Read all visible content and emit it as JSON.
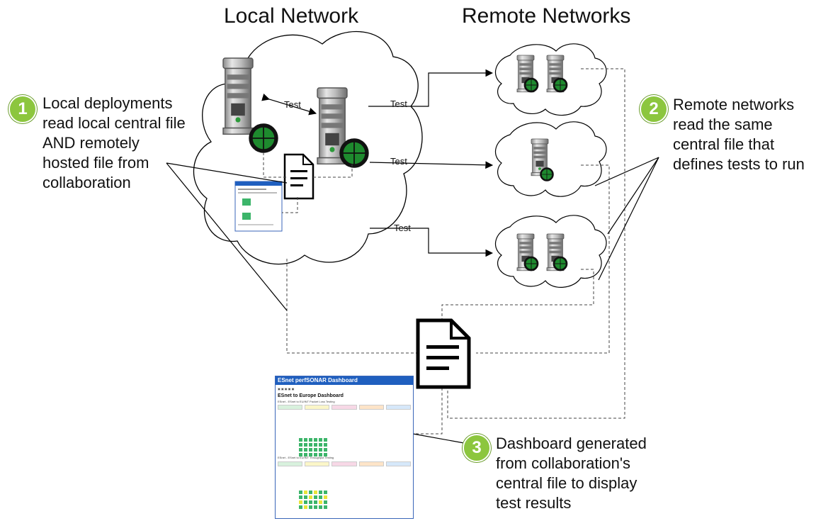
{
  "headings": {
    "local": "Local Network",
    "remote": "Remote Networks"
  },
  "notes": [
    {
      "number": "1",
      "lines": [
        "Local deployments",
        "read local central file",
        "AND remotely",
        "hosted file from",
        "collaboration"
      ]
    },
    {
      "number": "2",
      "lines": [
        "Remote networks",
        "read the same",
        "central file that",
        "defines tests to run"
      ]
    },
    {
      "number": "3",
      "lines": [
        "Dashboard generated",
        "from collaboration's",
        "central file to display",
        "test results"
      ]
    }
  ],
  "test_labels": [
    "Test",
    "Test",
    "Test",
    "Test"
  ],
  "dashboard": {
    "title": "ESnet perfSONAR Dashboard",
    "page_title": "ESnet to Europe Dashboard",
    "section1": "ESnet - ESnet to EU/INT Packet Loss Testing",
    "section2": "ESnet - ESnet to EU/INT Throughput Testing"
  },
  "colors": {
    "badge": "#8cc63e",
    "server_circle": "#1e8a2e",
    "dashboard_header": "#1f5fbf",
    "grid_green": "#3cb56a",
    "grid_yellow": "#e8e43a"
  },
  "icons": [
    "cloud-icon",
    "server-icon",
    "document-icon"
  ]
}
